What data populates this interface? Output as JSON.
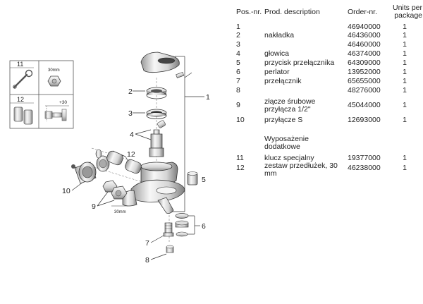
{
  "table": {
    "headers": {
      "pos": "Pos.-nr.",
      "desc": "Prod. description",
      "order": "Order-nr.",
      "units": "Units per package"
    },
    "rows": [
      {
        "pos": "1",
        "desc": "",
        "order": "46940000",
        "units": "1"
      },
      {
        "pos": "2",
        "desc": "nakładka",
        "order": "46436000",
        "units": "1"
      },
      {
        "pos": "3",
        "desc": "",
        "order": "46460000",
        "units": "1"
      },
      {
        "pos": "4",
        "desc": "głowica",
        "order": "46374000",
        "units": "1"
      },
      {
        "pos": "5",
        "desc": "przycisk przełącznika",
        "order": "64309000",
        "units": "1"
      },
      {
        "pos": "6",
        "desc": "perlator",
        "order": "13952000",
        "units": "1"
      },
      {
        "pos": "7",
        "desc": "przełącznik",
        "order": "65655000",
        "units": "1"
      },
      {
        "pos": "8",
        "desc": "",
        "order": "48276000",
        "units": "1"
      },
      {
        "pos": "9",
        "desc": "złącze śrubowe przyłącza 1/2\"",
        "order": "45044000",
        "units": "1"
      },
      {
        "pos": "10",
        "desc": "przyłącze S",
        "order": "12693000",
        "units": "1"
      },
      {
        "pos": "",
        "desc": "Wyposażenie dodatkowe",
        "order": "",
        "units": ""
      },
      {
        "pos": "11",
        "desc": "klucz specjalny",
        "order": "19377000",
        "units": "1"
      },
      {
        "pos": "12",
        "desc": "zestaw przedłużek, 30 mm",
        "order": "46238000",
        "units": "1"
      }
    ]
  },
  "diagram": {
    "callouts": [
      "1",
      "2",
      "3",
      "4",
      "5",
      "6",
      "7",
      "8",
      "9",
      "10",
      "11",
      "12"
    ],
    "legend": {
      "item11": "11",
      "item12": "12",
      "nut_size": "30mm",
      "extension": "+30"
    },
    "label_30mm": "30mm"
  },
  "colors": {
    "line": "#333333",
    "metal_light": "#f2f2f2",
    "metal_mid": "#cfcfcf",
    "metal_dark": "#8a8a8a",
    "table_line": "#999999"
  }
}
